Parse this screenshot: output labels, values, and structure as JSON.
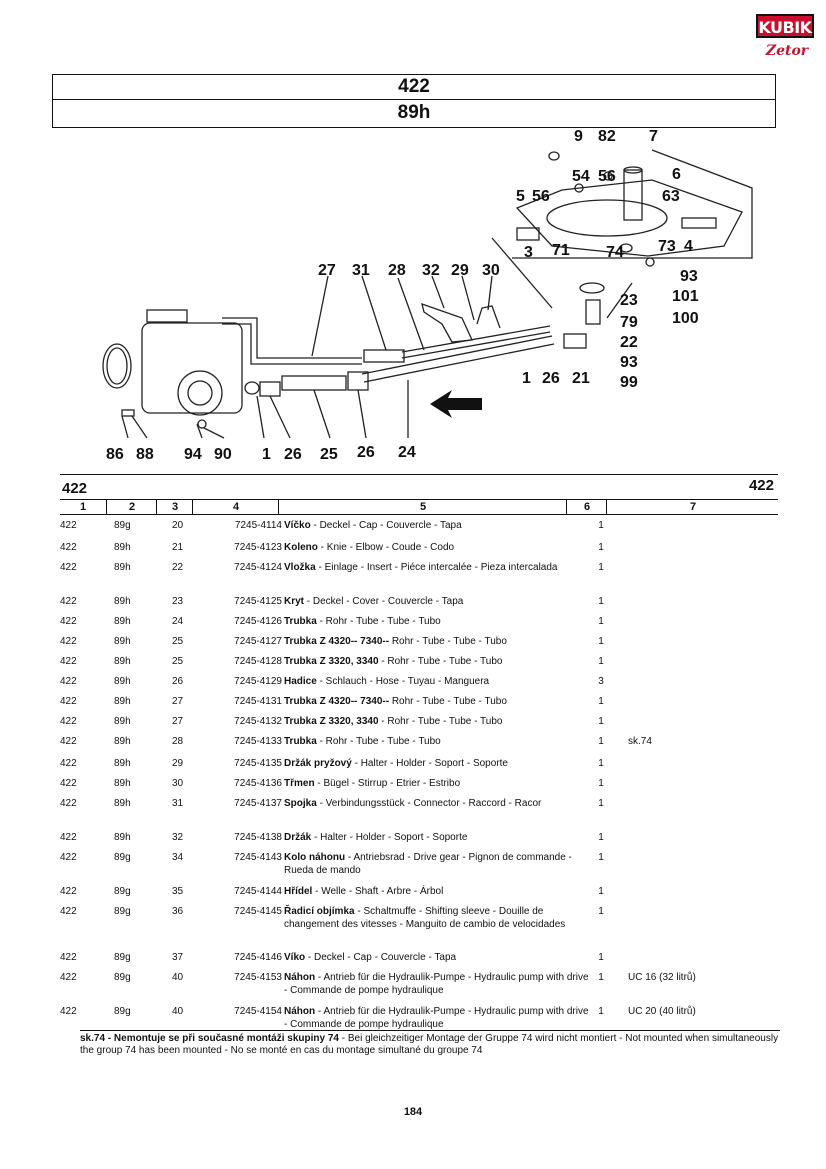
{
  "logo": {
    "line1": "KUBIK",
    "line2": "Zetor"
  },
  "header": {
    "group": "422",
    "subgroup": "89h"
  },
  "diagram": {
    "callouts": [
      {
        "id": "c9",
        "text": "9"
      },
      {
        "id": "c82",
        "text": "82"
      },
      {
        "id": "c7",
        "text": "7"
      },
      {
        "id": "c54",
        "text": "54"
      },
      {
        "id": "c56a",
        "text": "56"
      },
      {
        "id": "c6",
        "text": "6"
      },
      {
        "id": "c5",
        "text": "5"
      },
      {
        "id": "c56b",
        "text": "56"
      },
      {
        "id": "c63",
        "text": "63"
      },
      {
        "id": "c3",
        "text": "3"
      },
      {
        "id": "c71",
        "text": "71"
      },
      {
        "id": "c74",
        "text": "74"
      },
      {
        "id": "c73",
        "text": "73"
      },
      {
        "id": "c4",
        "text": "4"
      },
      {
        "id": "c93a",
        "text": "93"
      },
      {
        "id": "c101",
        "text": "101"
      },
      {
        "id": "c100",
        "text": "100"
      },
      {
        "id": "c27",
        "text": "27"
      },
      {
        "id": "c31",
        "text": "31"
      },
      {
        "id": "c28",
        "text": "28"
      },
      {
        "id": "c32",
        "text": "32"
      },
      {
        "id": "c29",
        "text": "29"
      },
      {
        "id": "c30",
        "text": "30"
      },
      {
        "id": "c23",
        "text": "23"
      },
      {
        "id": "c79",
        "text": "79"
      },
      {
        "id": "c22",
        "text": "22"
      },
      {
        "id": "c93b",
        "text": "93"
      },
      {
        "id": "c99",
        "text": "99"
      },
      {
        "id": "c1a",
        "text": "1"
      },
      {
        "id": "c26a",
        "text": "26"
      },
      {
        "id": "c21",
        "text": "21"
      },
      {
        "id": "c86",
        "text": "86"
      },
      {
        "id": "c88",
        "text": "88"
      },
      {
        "id": "c94",
        "text": "94"
      },
      {
        "id": "c90",
        "text": "90"
      },
      {
        "id": "c1b",
        "text": "1"
      },
      {
        "id": "c26b",
        "text": "26"
      },
      {
        "id": "c25",
        "text": "25"
      },
      {
        "id": "c26c",
        "text": "26"
      },
      {
        "id": "c24",
        "text": "24"
      }
    ]
  },
  "table": {
    "group_left": "422",
    "group_right": "422",
    "columns": [
      "1",
      "2",
      "3",
      "4",
      "5",
      "6",
      "7"
    ],
    "rows": [
      {
        "c1": "422",
        "c2": "89g",
        "c3": "20",
        "c4": "7245-4114",
        "name": "Víčko",
        "desc": " - Deckel - Cap - Couvercle - Tapa",
        "c6": "1",
        "c7": ""
      },
      {
        "c1": "422",
        "c2": "89h",
        "c3": "21",
        "c4": "7245-4123",
        "name": "Koleno",
        "desc": " - Knie - Elbow - Coude - Codo",
        "c6": "1",
        "c7": ""
      },
      {
        "c1": "422",
        "c2": "89h",
        "c3": "22",
        "c4": "7245-4124",
        "name": "Vložka",
        "desc": " - Einlage - Insert - Piéce intercalée - Pieza intercalada",
        "c6": "1",
        "c7": ""
      },
      {
        "c1": "422",
        "c2": "89h",
        "c3": "23",
        "c4": "7245-4125",
        "name": "Kryt",
        "desc": " - Deckel - Cover - Couvercle - Tapa",
        "c6": "1",
        "c7": ""
      },
      {
        "c1": "422",
        "c2": "89h",
        "c3": "24",
        "c4": "7245-4126",
        "name": "Trubka",
        "desc": " - Rohr - Tube - Tube - Tubo",
        "c6": "1",
        "c7": ""
      },
      {
        "c1": "422",
        "c2": "89h",
        "c3": "25",
        "c4": "7245-4127",
        "name": "Trubka Z 4320-- 7340--",
        "desc": " Rohr - Tube - Tube - Tubo",
        "c6": "1",
        "c7": ""
      },
      {
        "c1": "422",
        "c2": "89h",
        "c3": "25",
        "c4": "7245-4128",
        "name": "Trubka Z 3320, 3340",
        "desc": " - Rohr - Tube - Tube - Tubo",
        "c6": "1",
        "c7": ""
      },
      {
        "c1": "422",
        "c2": "89h",
        "c3": "26",
        "c4": "7245-4129",
        "name": "Hadice",
        "desc": " - Schlauch - Hose - Tuyau - Manguera",
        "c6": "3",
        "c7": ""
      },
      {
        "c1": "422",
        "c2": "89h",
        "c3": "27",
        "c4": "7245-4131",
        "name": "Trubka Z 4320-- 7340--",
        "desc": " Rohr - Tube - Tube - Tubo",
        "c6": "1",
        "c7": ""
      },
      {
        "c1": "422",
        "c2": "89h",
        "c3": "27",
        "c4": "7245-4132",
        "name": "Trubka Z 3320, 3340",
        "desc": " - Rohr - Tube - Tube - Tubo",
        "c6": "1",
        "c7": ""
      },
      {
        "c1": "422",
        "c2": "89h",
        "c3": "28",
        "c4": "7245-4133",
        "name": "Trubka",
        "desc": " - Rohr - Tube - Tube - Tubo",
        "c6": "1",
        "c7": "sk.74"
      },
      {
        "c1": "422",
        "c2": "89h",
        "c3": "29",
        "c4": "7245-4135",
        "name": "Držák pryžový",
        "desc": " - Halter - Holder - Soport - Soporte",
        "c6": "1",
        "c7": ""
      },
      {
        "c1": "422",
        "c2": "89h",
        "c3": "30",
        "c4": "7245-4136",
        "name": "Třmen",
        "desc": " - Bügel - Stirrup - Etrier - Estribo",
        "c6": "1",
        "c7": ""
      },
      {
        "c1": "422",
        "c2": "89h",
        "c3": "31",
        "c4": "7245-4137",
        "name": "Spojka",
        "desc": " - Verbindungsstück - Connector - Raccord - Racor",
        "c6": "1",
        "c7": ""
      },
      {
        "c1": "422",
        "c2": "89h",
        "c3": "32",
        "c4": "7245-4138",
        "name": "Držák",
        "desc": " - Halter - Holder - Soport - Soporte",
        "c6": "1",
        "c7": ""
      },
      {
        "c1": "422",
        "c2": "89g",
        "c3": "34",
        "c4": "7245-4143",
        "name": "Kolo náhonu",
        "desc": " - Antriebsrad - Drive gear - Pignon de commande - Rueda de mando",
        "c6": "1",
        "c7": ""
      },
      {
        "c1": "422",
        "c2": "89g",
        "c3": "35",
        "c4": "7245-4144",
        "name": "Hřídel",
        "desc": " - Welle - Shaft - Arbre - Árbol",
        "c6": "1",
        "c7": ""
      },
      {
        "c1": "422",
        "c2": "89g",
        "c3": "36",
        "c4": "7245-4145",
        "name": "Řadicí objímka",
        "desc": " - Schaltmuffe - Shifting sleeve - Douille de changement des vitesses - Manguito de cambio de velocidades",
        "c6": "1",
        "c7": ""
      },
      {
        "c1": "422",
        "c2": "89g",
        "c3": "37",
        "c4": "7245-4146",
        "name": "Víko",
        "desc": " - Deckel - Cap - Couvercle - Tapa",
        "c6": "1",
        "c7": ""
      },
      {
        "c1": "422",
        "c2": "89g",
        "c3": "40",
        "c4": "7245-4153",
        "name": "Náhon",
        "desc": " - Antrieb für die Hydraulik-Pumpe - Hydraulic pump with drive - Commande de pompe hydraulique",
        "c6": "1",
        "c7": "UC 16 (32 litrů)"
      },
      {
        "c1": "422",
        "c2": "89g",
        "c3": "40",
        "c4": "7245-4154",
        "name": "Náhon",
        "desc": " - Antrieb für die Hydraulik-Pumpe - Hydraulic pump with drive - Commande de pompe hydraulique",
        "c6": "1",
        "c7": "UC 20 (40 litrů)"
      }
    ]
  },
  "footnote": {
    "label": "sk.74 - Nemontuje se při současné montáži skupiny 74",
    "text": " - Bei gleichzeitiger Montage der  Gruppe 74 wird nicht montiert - Not mounted when simultaneously the group 74 has been mounted - No se monté en cas du montage simultané du groupe 74"
  },
  "page_number": "184"
}
